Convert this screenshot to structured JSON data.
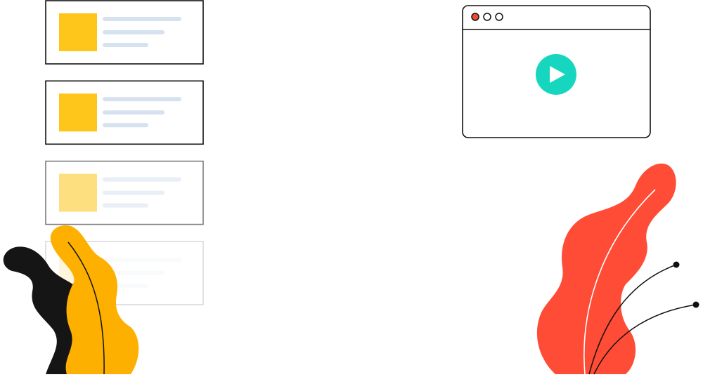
{
  "colors": {
    "card_thumbnail": "#fec61a",
    "card_text_line": "#d6e2f0",
    "card_border": "#111111",
    "window_close_dot": "#f24b33",
    "play_button": "#17d6c0",
    "leaf_black": "#151515",
    "leaf_yellow": "#fdb000",
    "leaf_red": "#fe4c36"
  },
  "cards": [
    {
      "opacity": 1
    },
    {
      "opacity": 1
    },
    {
      "opacity": 0.55
    },
    {
      "opacity": 0.15
    }
  ],
  "icons": {
    "play": "play-icon",
    "window_controls": [
      "close-dot",
      "minimize-dot",
      "maximize-dot"
    ]
  }
}
